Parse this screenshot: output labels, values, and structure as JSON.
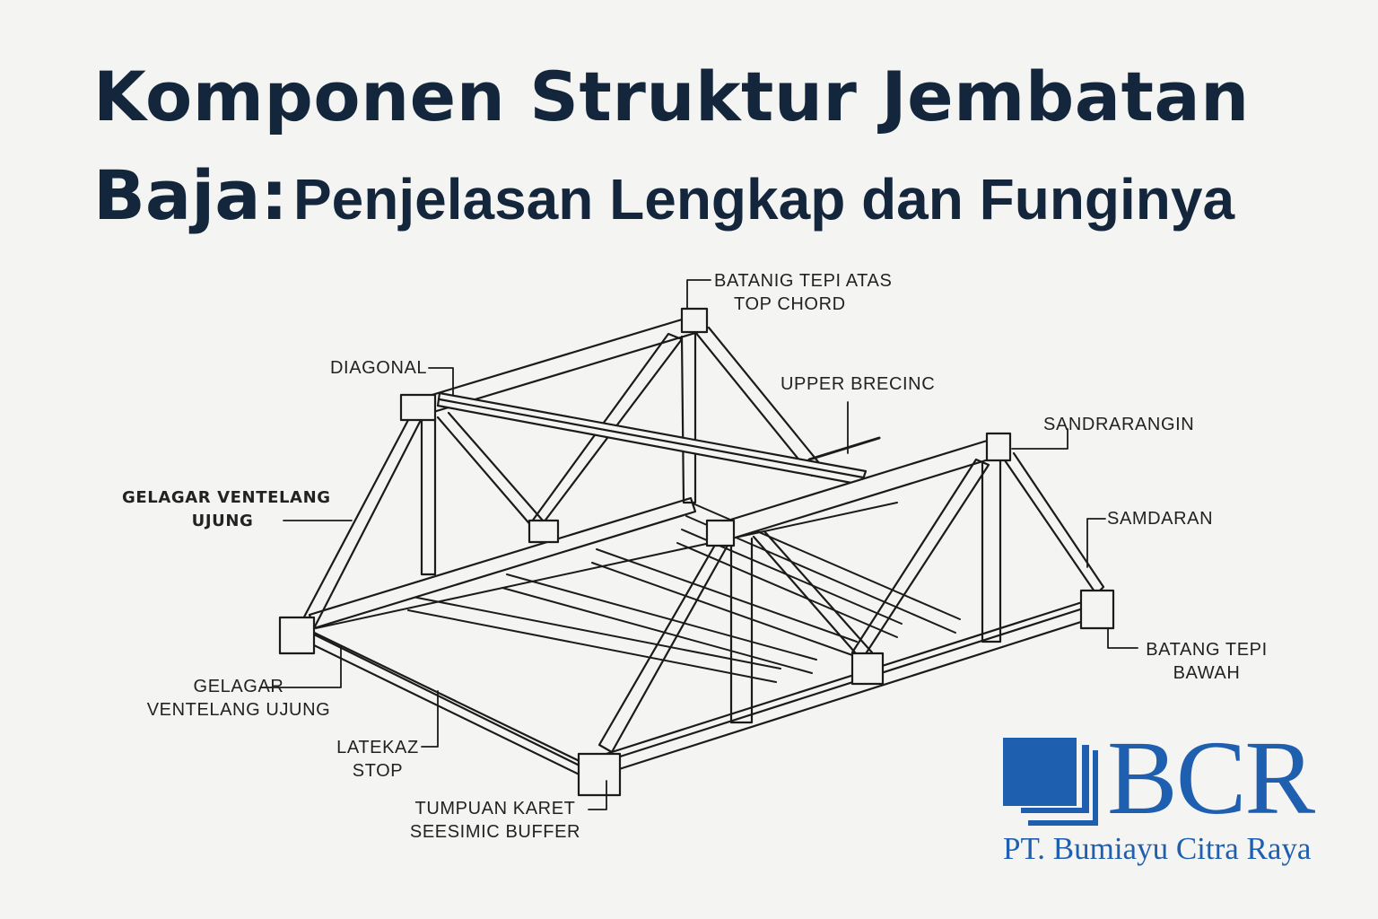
{
  "title": {
    "line1": "Komponen Struktur Jembatan",
    "line2_bold": "Baja:",
    "line2_light": "Penjelasan Lengkap dan Funginya"
  },
  "labels": {
    "top_chord": [
      "BATANIG TEPI ATAS",
      "TOP CHORD"
    ],
    "diagonal": "DIAGONAL",
    "upper_bracing": "UPPER BRECINC",
    "sandrarangin": "SANDRARANGIN",
    "gelagar_bold": [
      "GELAGAR VENTELANG",
      "UJUNG"
    ],
    "samdaran": "SAMDARAN",
    "batang_tepi_bawah": [
      "BATANG TEPI",
      "BAWAH"
    ],
    "gelagar": [
      "GELAGAR",
      "VENTELANG UJUNG"
    ],
    "lateral_stop": [
      "LATEKAZ",
      "STOP"
    ],
    "tumpuan": [
      "TUMPUAN KARET",
      "SEESIMIC BUFFER"
    ]
  },
  "logo": {
    "text": "BCR",
    "subtitle": "PT. Bumiayu Citra Raya",
    "color": "#1f5fb0"
  },
  "colors": {
    "title": "#13263b",
    "line": "#1b1b1b",
    "background": "#f4f4f3"
  }
}
